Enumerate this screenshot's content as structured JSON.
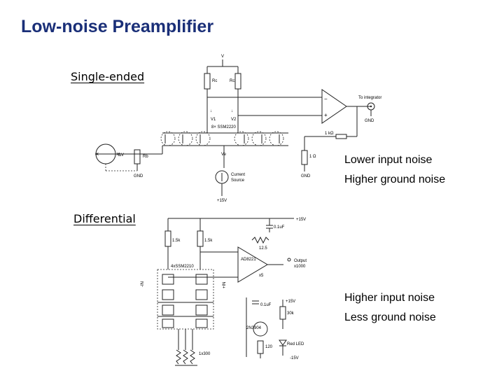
{
  "title": "Low-noise Preamplifier",
  "sections": {
    "single_ended": {
      "label": "Single-ended",
      "notes": [
        "Lower input noise",
        "Higher ground noise"
      ],
      "schematic_labels": {
        "supply_top": "V",
        "rc_left": "Rc",
        "rc_right": "Rc",
        "to_integrator": "To integrator",
        "gnd_out": "GND",
        "v1": "V1",
        "v2": "V2",
        "part": "8× SSM2220",
        "r_feedback": "1 kΩ",
        "rb": "Rb",
        "r_right": "1 Ω",
        "delta_v": "ΔV",
        "ve": "Ve",
        "gnd_left": "GND",
        "gnd_right": "GND",
        "current_source_1": "Current",
        "current_source_2": "Source",
        "supply_bottom": "+15V"
      }
    },
    "differential": {
      "label": "Differential",
      "notes": [
        "Higher input noise",
        "Less ground noise"
      ],
      "schematic_labels": {
        "r1": "1.5k",
        "r2": "1.5k",
        "cap1": "0.1uF",
        "supply1": "+15V",
        "r_gain": "12.5",
        "opamp": "AD8221",
        "opamp_gain": "x5",
        "output_1": "Output",
        "output_2": "x1000",
        "part": "4xSSM2210",
        "in_minus": "-IN",
        "in_plus": "+IN",
        "cap2": "0.1uF",
        "supply2": "+15V",
        "r_30k": "30k",
        "transistor": "2N3904",
        "led": "Red LED",
        "r_120": "120",
        "r_bank": "1x300",
        "supply3": "-15V"
      }
    }
  }
}
